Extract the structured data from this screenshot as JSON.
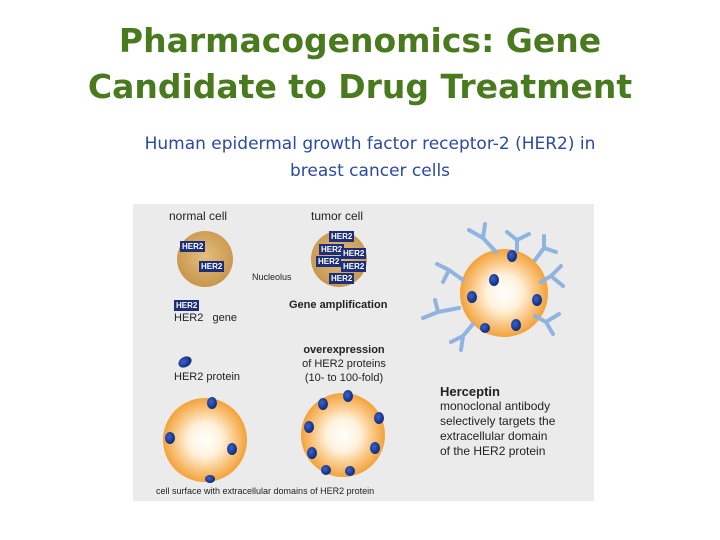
{
  "title": {
    "line1": "Pharmacogenomics: Gene",
    "line2": "Candidate to Drug Treatment"
  },
  "subtitle": {
    "line1": "Human epidermal growth factor receptor-2 (HER2) in",
    "line2": "breast cancer cells"
  },
  "figure": {
    "normal_cell": "normal cell",
    "tumor_cell": "tumor cell",
    "her2_tag": "HER2",
    "nucleolus": "Nucleolus",
    "gene_amplification": "Gene amplification",
    "gene_label": "HER2   gene",
    "protein_label": "HER2 protein",
    "overexpression": {
      "heading": "overexpression",
      "line1": "of HER2 proteins",
      "line2": "(10- to 100-fold)"
    },
    "herceptin": {
      "heading": "Herceptin",
      "line1": "monoclonal antibody",
      "line2": "selectively targets the",
      "line3": "extracellular domain",
      "line4": "of the HER2 protein"
    },
    "caption": "cell surface with extracellular domains of HER2 protein"
  },
  "colors": {
    "title": "#4a7a1e",
    "subtitle": "#2b4aa0",
    "cell_orange": "#f2a23a",
    "her2_blue": "#1d2f7a",
    "antibody": "#8fb4e0",
    "panel": "#ebebeb"
  }
}
